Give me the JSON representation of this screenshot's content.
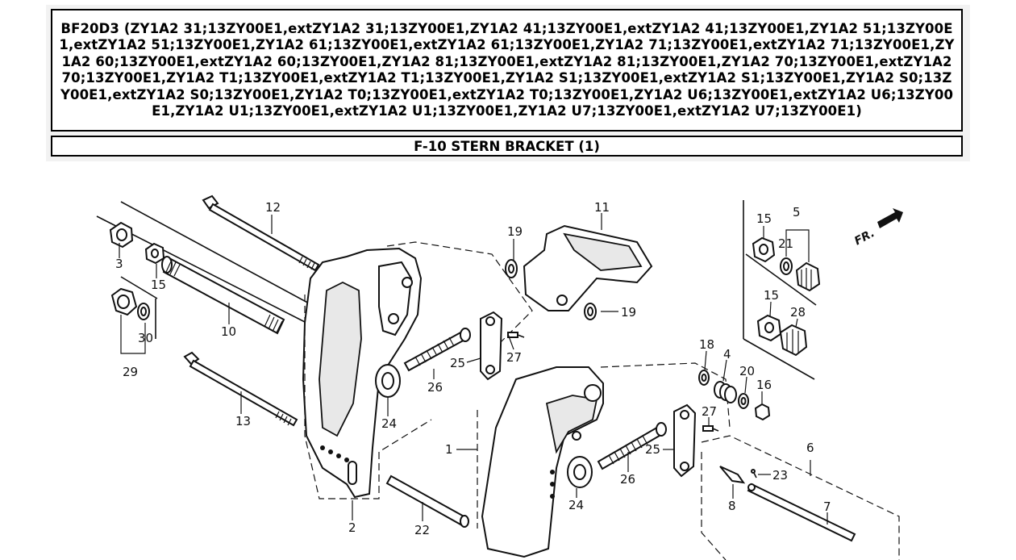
{
  "header": {
    "title": "BF20D3 (ZY1A2 31;13ZY00E1,extZY1A2 31;13ZY00E1,ZY1A2 41;13ZY00E1,extZY1A2 41;13ZY00E1,ZY1A2 51;13ZY00E1,extZY1A2 51;13ZY00E1,ZY1A2 61;13ZY00E1,extZY1A2 61;13ZY00E1,ZY1A2 71;13ZY00E1,extZY1A2 71;13ZY00E1,ZY1A2 60;13ZY00E1,extZY1A2 60;13ZY00E1,ZY1A2 81;13ZY00E1,extZY1A2 81;13ZY00E1,ZY1A2 70;13ZY00E1,extZY1A2 70;13ZY00E1,ZY1A2 T1;13ZY00E1,extZY1A2 T1;13ZY00E1,ZY1A2 S1;13ZY00E1,extZY1A2 S1;13ZY00E1,ZY1A2 S0;13ZY00E1,extZY1A2 S0;13ZY00E1,ZY1A2 T0;13ZY00E1,extZY1A2 T0;13ZY00E1,ZY1A2 U6;13ZY00E1,extZY1A2 U6;13ZY00E1,ZY1A2 U1;13ZY00E1,extZY1A2 U1;13ZY00E1,ZY1A2 U7;13ZY00E1,extZY1A2 U7;13ZY00E1)",
    "section": "F-10 STERN BRACKET (1)"
  },
  "diagram": {
    "direction_label": "FR.",
    "callouts": {
      "c1": "1",
      "c2": "2",
      "c3": "3",
      "c4": "4",
      "c5": "5",
      "c6": "6",
      "c7": "7",
      "c8": "8",
      "c10": "10",
      "c11": "11",
      "c12": "12",
      "c13": "13",
      "c15a": "15",
      "c15b": "15",
      "c15c": "15",
      "c16": "16",
      "c18": "18",
      "c19a": "19",
      "c19b": "19",
      "c20": "20",
      "c21": "21",
      "c22": "22",
      "c23": "23",
      "c24a": "24",
      "c24b": "24",
      "c25a": "25",
      "c25b": "25",
      "c26a": "26",
      "c26b": "26",
      "c27a": "27",
      "c27b": "27",
      "c28": "28",
      "c29": "29",
      "c30": "30"
    }
  }
}
